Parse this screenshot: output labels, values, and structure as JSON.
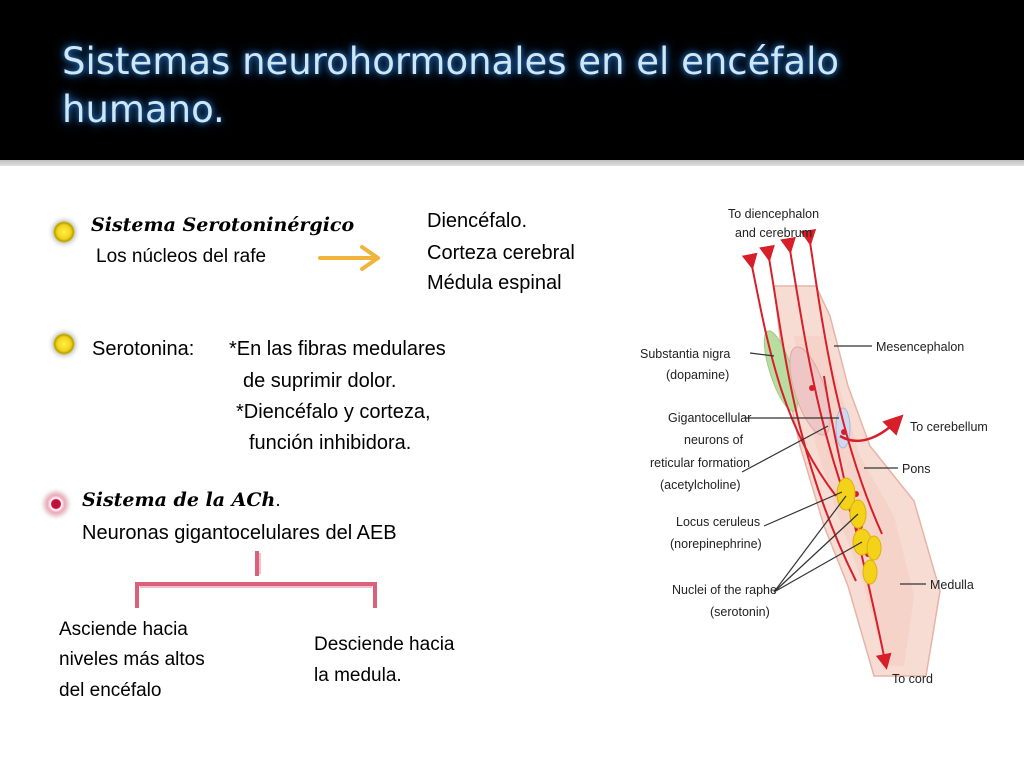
{
  "slide": {
    "title": "Sistemas neurohormonales en el encéfalo humano."
  },
  "serotonin_system": {
    "heading": "Sistema Serotoninérgico",
    "subtext": "Los núcleos del rafe",
    "targets": [
      "Diencéfalo.",
      "Corteza cerebral",
      "Médula espinal"
    ]
  },
  "serotonin_function": {
    "label": "Serotonina:",
    "lines": [
      "*En las fibras medulares",
      "de suprimir dolor.",
      "*Diencéfalo y corteza,",
      "función inhibidora."
    ]
  },
  "ach_system": {
    "heading": "Sistema de la ACh",
    "heading_suffix": ".",
    "subtext": "Neuronas gigantocelulares  del AEB",
    "branch_left": [
      "Asciende hacia",
      "niveles más altos",
      "del encéfalo"
    ],
    "branch_right": [
      "Desciende hacia",
      "la medula."
    ]
  },
  "diagram": {
    "labels": {
      "top": [
        "To diencephalon",
        "and cerebrum"
      ],
      "substantia": [
        "Substantia nigra",
        "(dopamine)"
      ],
      "gigantocellular": [
        "Gigantocellular",
        "neurons of",
        "reticular formation",
        "(acetylcholine)"
      ],
      "locus": [
        "Locus ceruleus",
        "(norepinephrine)"
      ],
      "raphe": [
        "Nuclei of the raphe",
        "(serotonin)"
      ],
      "mesencephalon": "Mesencephalon",
      "cerebellum": "To cerebellum",
      "pons": "Pons",
      "medulla": "Medulla",
      "cord": "To cord"
    }
  },
  "colors": {
    "header_bg": "#000000",
    "title_text": "#cfe6f7",
    "arrow_orange": "#f0b43c",
    "bracket": "#d9627a",
    "pathway_red": "#d71f2a",
    "raphe_yellow": "#f4d21a",
    "substantia_green": "#b9dca0",
    "brainstem_fill": "#f7dcd3"
  }
}
